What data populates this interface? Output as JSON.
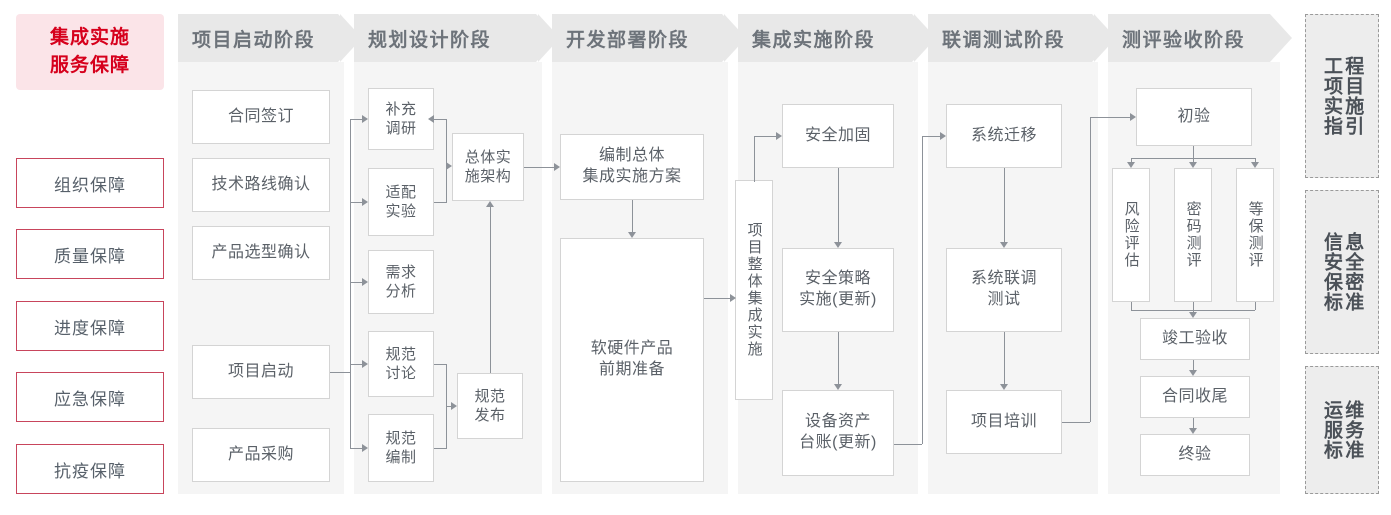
{
  "meta": {
    "title": "集成实施服务保障流程图",
    "colors": {
      "accent_red": "#d6001c",
      "accent_red_border": "#c8455c",
      "lead_card_bg": "#fbe4e8",
      "phase_header_bg": "#e8e8e8",
      "phase_body_bg": "#f5f5f5",
      "node_border": "#d4d4d4",
      "connector": "#8d9299",
      "text": "#5b6168"
    }
  },
  "left_column": {
    "lead_card": {
      "line1": "集成实施",
      "line2": "服务保障"
    },
    "guarantees": [
      {
        "label": "组织保障"
      },
      {
        "label": "质量保障"
      },
      {
        "label": "进度保障"
      },
      {
        "label": "应急保障"
      },
      {
        "label": "抗疫保障"
      }
    ]
  },
  "phases": [
    {
      "id": "startup",
      "header": "项目启动阶段",
      "nodes": [
        {
          "id": "contract-signing",
          "label": "合同签订"
        },
        {
          "id": "tech-route-confirm",
          "label": "技术路线确认"
        },
        {
          "id": "product-selection-confirm",
          "label": "产品选型确认"
        },
        {
          "id": "project-kickoff",
          "label": "项目启动"
        },
        {
          "id": "product-procurement",
          "label": "产品采购"
        }
      ]
    },
    {
      "id": "planning",
      "header": "规划设计阶段",
      "nodes": [
        {
          "id": "supplementary-research",
          "label": "补充\n调研",
          "line1": "补充",
          "line2": "调研"
        },
        {
          "id": "adaptation-experiment",
          "label": "适配\n实验",
          "line1": "适配",
          "line2": "实验"
        },
        {
          "id": "requirement-analysis",
          "label": "需求\n分析",
          "line1": "需求",
          "line2": "分析"
        },
        {
          "id": "spec-discussion",
          "label": "规范\n讨论",
          "line1": "规范",
          "line2": "讨论"
        },
        {
          "id": "spec-drafting",
          "label": "规范\n编制",
          "line1": "规范",
          "line2": "编制"
        },
        {
          "id": "overall-impl-architecture",
          "label": "总体实\n施架构",
          "line1": "总体实",
          "line2": "施架构"
        },
        {
          "id": "spec-release",
          "label": "规范\n发布",
          "line1": "规范",
          "line2": "发布"
        }
      ]
    },
    {
      "id": "development",
      "header": "开发部署阶段",
      "nodes": [
        {
          "id": "compile-overall-plan",
          "label": "编制总体集成实施方案",
          "line1": "编制总体",
          "line2": "集成实施方案"
        },
        {
          "id": "hw-sw-preparation",
          "label": "软硬件产品前期准备",
          "line1": "软硬件产品",
          "line2": "前期准备"
        }
      ]
    },
    {
      "id": "integration",
      "header": "集成实施阶段",
      "nodes": [
        {
          "id": "overall-integration",
          "label": "项目整体集成实施"
        },
        {
          "id": "security-hardening",
          "label": "安全加固"
        },
        {
          "id": "security-policy-impl",
          "label": "安全策略实施(更新)",
          "line1": "安全策略",
          "line2": "实施(更新)"
        },
        {
          "id": "asset-ledger",
          "label": "设备资产台账(更新)",
          "line1": "设备资产",
          "line2": "台账(更新)"
        }
      ]
    },
    {
      "id": "joint-test",
      "header": "联调测试阶段",
      "nodes": [
        {
          "id": "system-migration",
          "label": "系统迁移"
        },
        {
          "id": "system-joint-test",
          "label": "系统联调测试",
          "line1": "系统联调",
          "line2": "测试"
        },
        {
          "id": "project-training",
          "label": "项目培训"
        }
      ]
    },
    {
      "id": "acceptance",
      "header": "测评验收阶段",
      "nodes": [
        {
          "id": "preliminary-acceptance",
          "label": "初验"
        },
        {
          "id": "risk-assessment",
          "label": "风险评估"
        },
        {
          "id": "crypto-evaluation",
          "label": "密码测评"
        },
        {
          "id": "classified-protection-evaluation",
          "label": "等保测评"
        },
        {
          "id": "completion-acceptance",
          "label": "竣工验收"
        },
        {
          "id": "contract-closure",
          "label": "合同收尾"
        },
        {
          "id": "final-acceptance",
          "label": "终验"
        }
      ]
    }
  ],
  "right_rail": [
    {
      "id": "engineering-guideline",
      "col_right": "程目施引",
      "col_left": "工项实指",
      "full": "工程项目实施指引"
    },
    {
      "id": "infosec-standard",
      "col_right": "息全密准",
      "col_left": "信安保标",
      "full": "信息安全保密标准"
    },
    {
      "id": "om-service-standard",
      "col_right": "维务准",
      "col_left": "运服标",
      "full": "运维服务标准"
    }
  ]
}
